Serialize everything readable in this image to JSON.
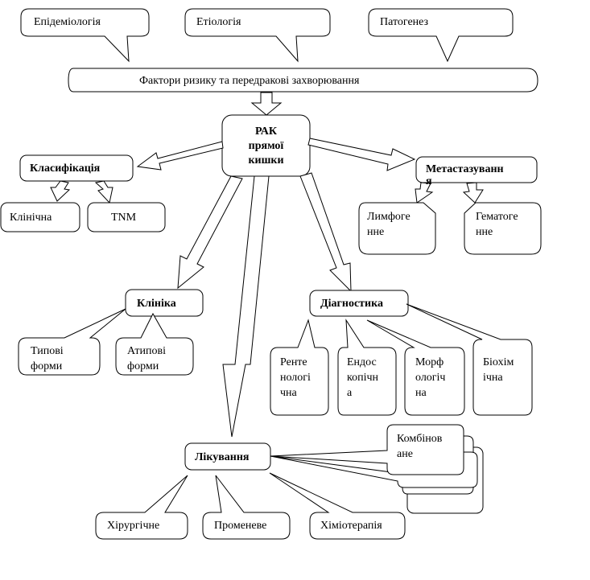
{
  "diagram": {
    "title_box": {
      "lines": [
        "РАК",
        "прямої",
        "кишки"
      ]
    },
    "top_callouts": [
      "Епідеміологія",
      "Етіологія",
      "Патогенез"
    ],
    "risk_factors": "Фактори ризику та передракові захворювання",
    "classification": {
      "label": "Класифікація",
      "children": [
        "Клінічна",
        "TNM"
      ]
    },
    "metastasis": {
      "label_lines": [
        "Метастазуванн",
        "я"
      ],
      "children": [
        {
          "lines": [
            "Лимфоге",
            "нне"
          ]
        },
        {
          "lines": [
            "Гематоге",
            "нне"
          ]
        }
      ]
    },
    "clinic": {
      "label": "Клініка",
      "children": [
        {
          "lines": [
            "Типові",
            "форми"
          ]
        },
        {
          "lines": [
            "Атипові",
            "форми"
          ]
        }
      ]
    },
    "diagnostics": {
      "label": "Діагностика",
      "children": [
        {
          "lines": [
            "Ренте",
            "нологі",
            "чна"
          ]
        },
        {
          "lines": [
            "Ендос",
            "копічн",
            "а"
          ]
        },
        {
          "lines": [
            "Морф",
            "ологіч",
            "на"
          ]
        },
        {
          "lines": [
            "Біохім",
            "ічна"
          ]
        }
      ]
    },
    "treatment": {
      "label": "Лікування",
      "children": [
        "Хірургічне",
        "Променеве",
        "Хіміотерапія"
      ],
      "combined_lines": [
        "Комбінов",
        "ане"
      ]
    }
  }
}
